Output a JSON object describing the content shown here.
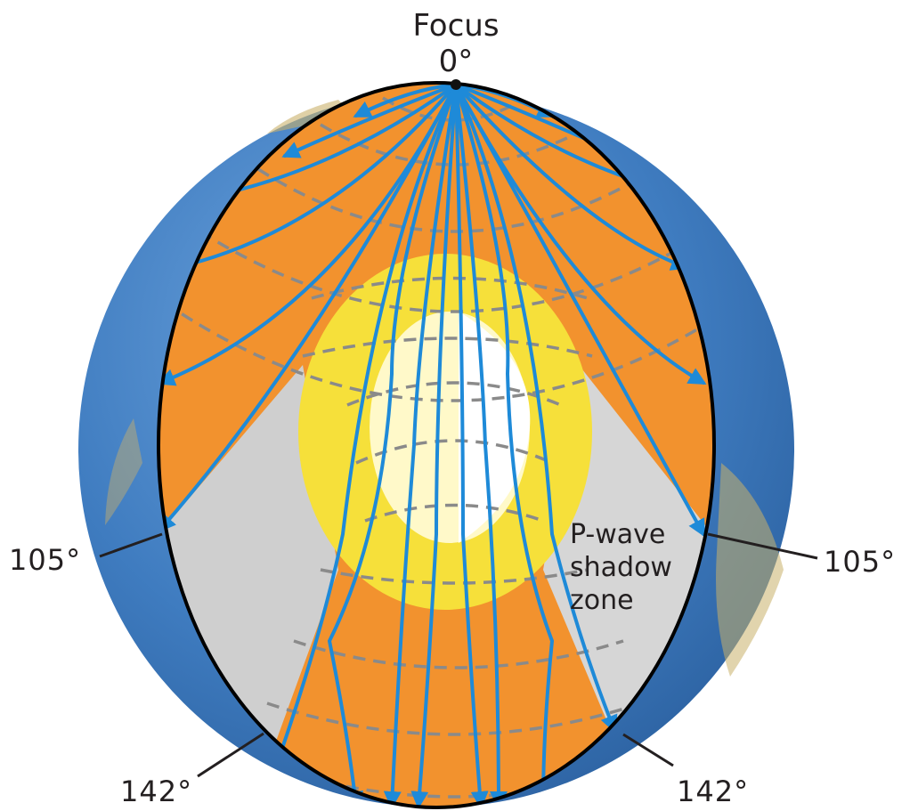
{
  "labels": {
    "focus": "Focus",
    "focus_angle": "0°",
    "angle_105": "105°",
    "angle_142": "142°",
    "shadow_zone": [
      "P-wave",
      "shadow",
      "zone"
    ]
  },
  "colors": {
    "ocean": "#4f86c6",
    "mantle": "#f2922e",
    "outer_core": "#f6e03a",
    "inner_core": "#fff9c9",
    "shadow_zone": "#cfcfcf",
    "ray": "#1e8ad8",
    "wavefront": "#8a8a8a",
    "outline": "#000000"
  }
}
